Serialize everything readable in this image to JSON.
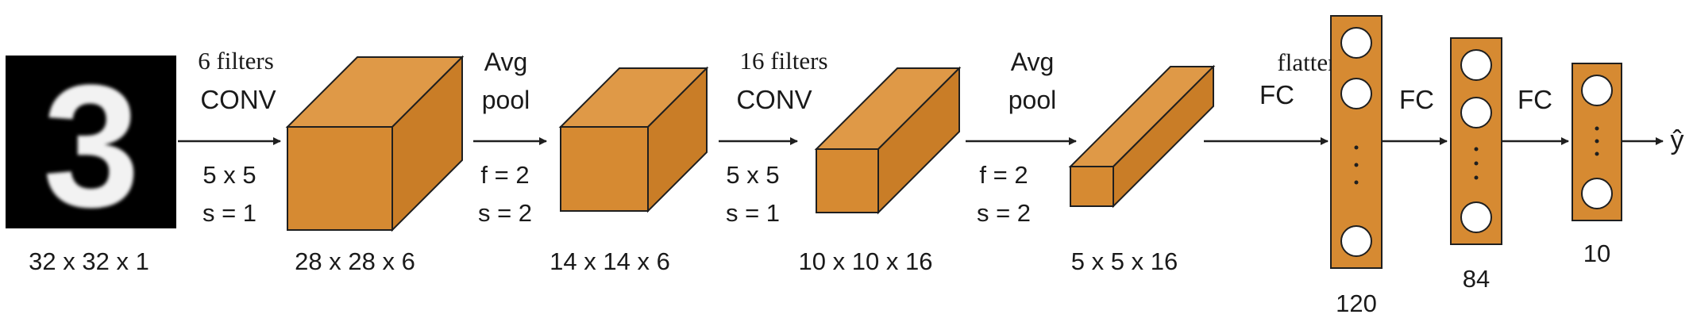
{
  "input": {
    "digit": "3",
    "dims": "32 x 32 x 1"
  },
  "stages": [
    {
      "top_label": "6 filters",
      "mid_label": "CONV",
      "param1": "5 x 5",
      "param2": "s = 1"
    },
    {
      "top_label": "Avg",
      "mid_label": "pool",
      "param1": "f = 2",
      "param2": "s = 2"
    },
    {
      "top_label": "16 filters",
      "mid_label": "CONV",
      "param1": "5 x 5",
      "param2": "s = 1"
    },
    {
      "top_label": "Avg",
      "mid_label": "pool",
      "param1": "f = 2",
      "param2": "s = 2"
    },
    {
      "top_label": "flatten",
      "mid_label": "FC"
    },
    {
      "label": "FC"
    },
    {
      "label": "FC"
    }
  ],
  "volumes": [
    {
      "dims": "28 x 28 x 6"
    },
    {
      "dims": "14 x 14 x 6"
    },
    {
      "dims": "10 x 10 x 16"
    },
    {
      "dims": "5 x 5 x 16"
    }
  ],
  "fc_layers": [
    {
      "units": "120"
    },
    {
      "units": "84"
    },
    {
      "units": "10"
    }
  ],
  "output": {
    "symbol": "ŷ"
  },
  "colors": {
    "volume_front": "#D68A32",
    "volume_top": "#DF9947",
    "volume_side": "#C97D27",
    "fc_fill": "#D68A32",
    "stroke": "#1f1f1f",
    "input_bg": "#000000",
    "digit": "#f2f2f2"
  }
}
